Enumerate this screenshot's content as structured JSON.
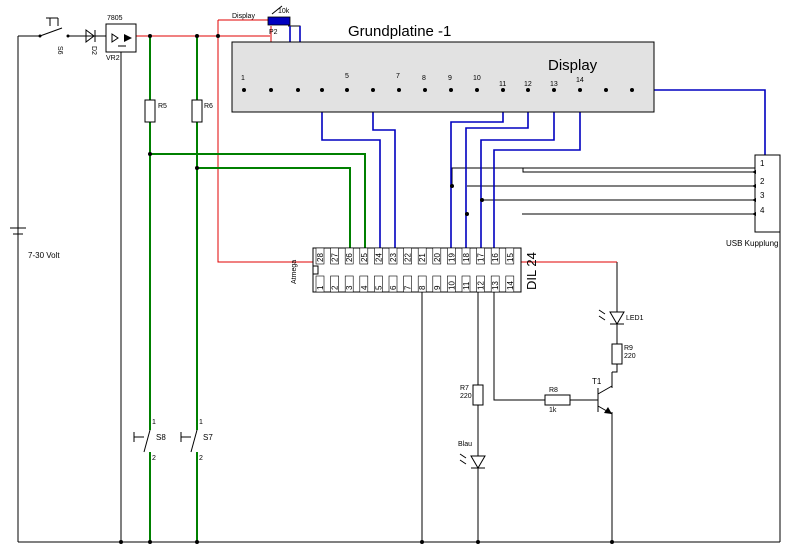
{
  "board_title": "Grundplatine -1",
  "display_label": "Display",
  "display_wire_label": "Display",
  "display_pins": [
    "1",
    "5",
    "7",
    "8",
    "9",
    "10",
    "11",
    "12",
    "13",
    "14"
  ],
  "pot": {
    "ref": "P2",
    "value": "10k"
  },
  "regulator": {
    "ref": "VR2",
    "type": "7805"
  },
  "diode": {
    "ref": "D2"
  },
  "switch_power": {
    "ref": "S6"
  },
  "supply_label": "7-30 Volt",
  "resistors": {
    "r5": {
      "ref": "R5"
    },
    "r6": {
      "ref": "R6"
    },
    "r7": {
      "ref": "R7",
      "value": "220"
    },
    "r8": {
      "ref": "R8",
      "value": "1k"
    },
    "r9": {
      "ref": "R9",
      "value": "220"
    }
  },
  "switches": {
    "s8": "S8",
    "s7": "S7",
    "pin1": "1",
    "pin2": "2"
  },
  "ic": {
    "package": "DIL 24",
    "name": "Atmega",
    "top_pins": [
      "28",
      "27",
      "26",
      "25",
      "24",
      "23",
      "22",
      "21",
      "20",
      "19",
      "18",
      "17",
      "16",
      "15"
    ],
    "bottom_pins": [
      "1",
      "2",
      "3",
      "4",
      "5",
      "6",
      "7",
      "8",
      "9",
      "10",
      "11",
      "12",
      "13",
      "14"
    ]
  },
  "led1": "LED1",
  "led_blue": "Blau",
  "transistor": "T1",
  "usb": {
    "label": "USB Kupplung",
    "pins": [
      "1",
      "2",
      "3",
      "4"
    ]
  },
  "colors": {
    "red": "#e00000",
    "green": "#008000",
    "blue": "#0000c0"
  }
}
